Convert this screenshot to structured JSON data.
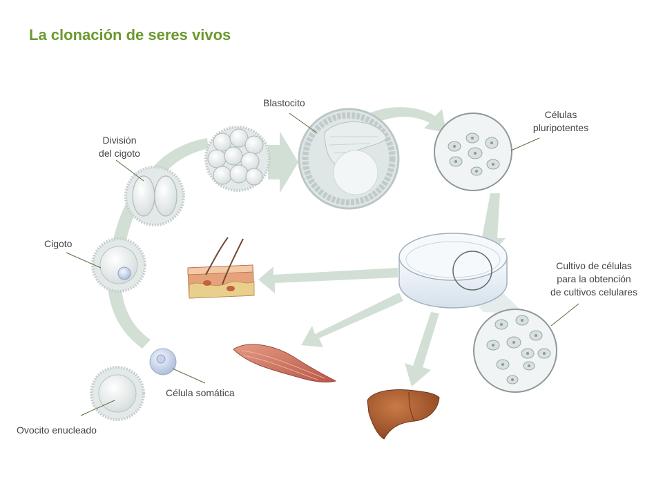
{
  "title": "La clonación de seres vivos",
  "labels": {
    "blastocito": "Blastocito",
    "celulas_pluri_1": "Células",
    "celulas_pluri_2": "pluripotentes",
    "division_1": "División",
    "division_2": "del cigoto",
    "cigoto": "Cigoto",
    "cultivo_1": "Cultivo de células",
    "cultivo_2": "para la obtención",
    "cultivo_3": "de cultivos celulares",
    "celula_somatica": "Célula somática",
    "ovocito": "Ovocito enucleado"
  },
  "colors": {
    "title": "#6a9a2e",
    "arrow": "#cfddd2",
    "cell_fill": "#e9eeee",
    "cell_stroke": "#aab6b6",
    "muscle": "#c9705a",
    "liver": "#a8582f",
    "skin": "#d98a64"
  }
}
